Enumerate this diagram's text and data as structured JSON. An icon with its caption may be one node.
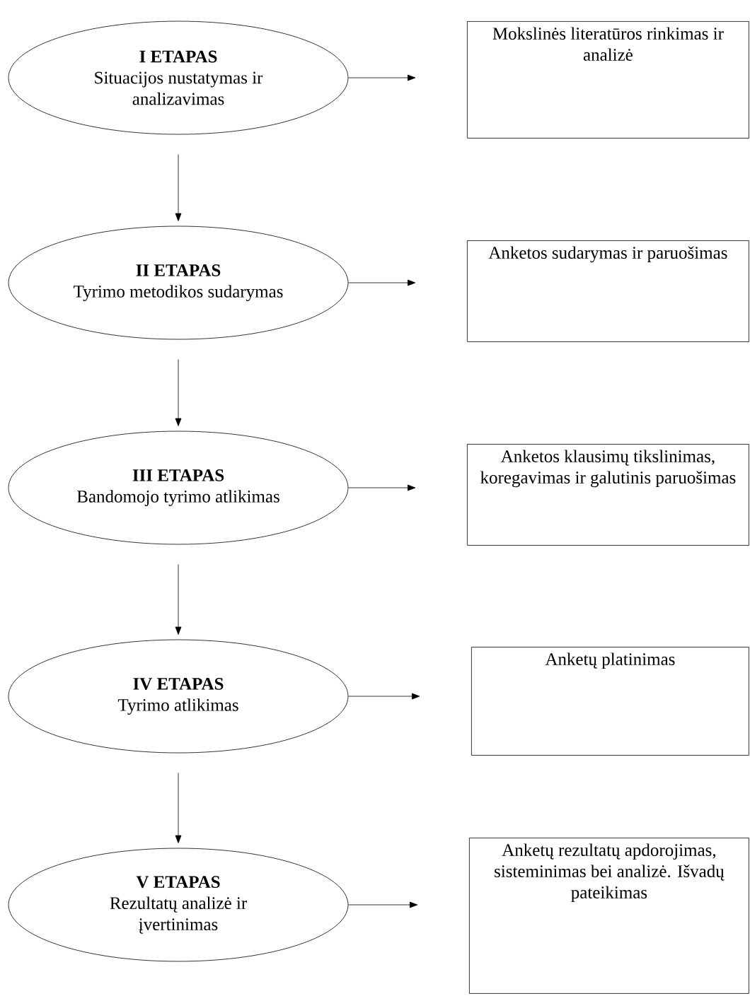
{
  "diagram": {
    "nodes": [
      {
        "text": [
          "I ETAPAS",
          "Situacijos nustatymas ir analizavimas"
        ]
      },
      {
        "text": [
          "Mokslinės literatūros rinkimas ir analizė"
        ]
      },
      {
        "text": [
          "II ETAPAS",
          "Tyrimo metodikos sudarymas"
        ]
      },
      {
        "text": [
          "Anketos sudarymas ir paruošimas"
        ]
      },
      {
        "text": [
          "III ETAPAS",
          "Bandomojo tyrimo atlikimas"
        ]
      },
      {
        "text": [
          "Anketos klausimų tikslinimas, koregavimas ir galutinis paruošimas"
        ]
      },
      {
        "text": [
          "IV ETAPAS",
          "Tyrimo atlikimas"
        ]
      },
      {
        "text": [
          "Anketų platinimas"
        ]
      },
      {
        "text": [
          "V ETAPAS",
          "Rezultatų analizė ir įvertinimas"
        ]
      },
      {
        "text": [
          "Anketų rezultatų apdorojimas, sisteminimas bei analizė. Išvadų pateikimas"
        ]
      }
    ],
    "edges": [
      {
        "from": 0,
        "to": 1,
        "arrow": "to"
      },
      {
        "from": 0,
        "to": 2,
        "arrow": "to"
      },
      {
        "from": 2,
        "to": 3,
        "arrow": "to"
      },
      {
        "from": 2,
        "to": 4,
        "arrow": "to"
      },
      {
        "from": 4,
        "to": 5,
        "arrow": "to"
      },
      {
        "from": 4,
        "to": 6,
        "arrow": "to"
      },
      {
        "from": 6,
        "to": 7,
        "arrow": "to"
      },
      {
        "from": 6,
        "to": 8,
        "arrow": "to"
      },
      {
        "from": 8,
        "to": 9,
        "arrow": "to"
      }
    ]
  }
}
